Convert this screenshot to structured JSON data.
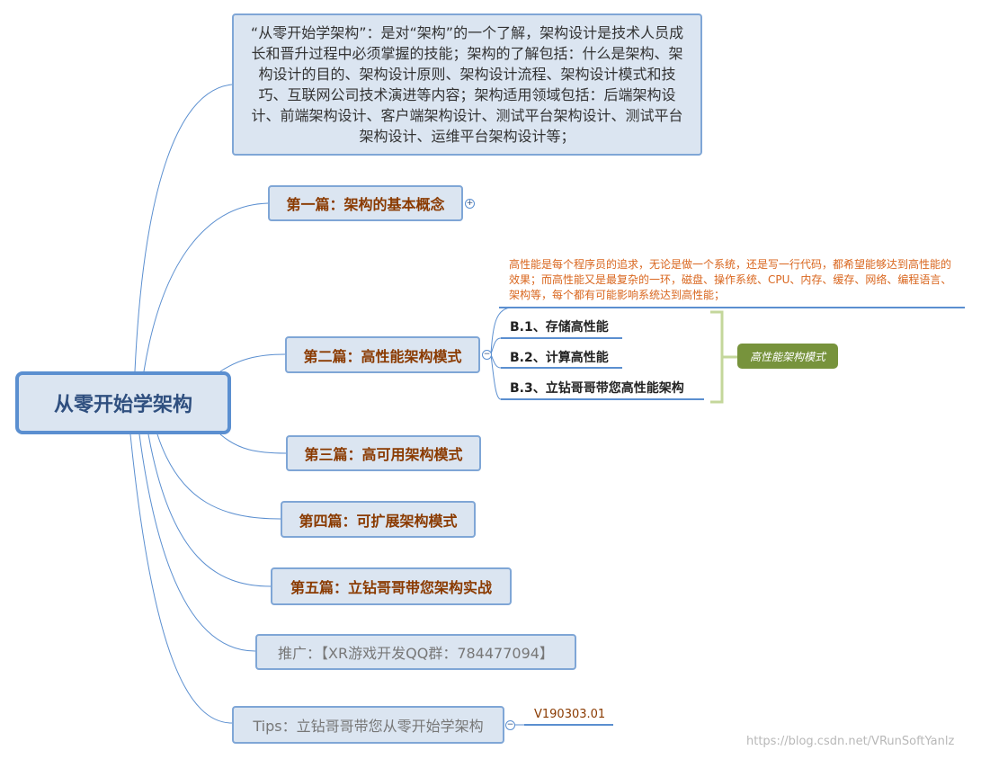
{
  "root": {
    "label": "从零开始学架构"
  },
  "intro": {
    "text": "“从零开始学架构”：是对“架构”的一个了解，架构设计是技术人员成长和晋升过程中必须掌握的技能；架构的了解包括：什么是架构、架构设计的目的、架构设计原则、架构设计流程、架构设计模式和技巧、互联网公司技术演进等内容；架构适用领域包括：后端架构设计、前端架构设计、客户端架构设计、测试平台架构设计、测试平台架构设计、运维平台架构设计等；"
  },
  "topics": [
    {
      "label": "第一篇：架构的基本概念",
      "collapsed": true
    },
    {
      "label": "第二篇：高性能架构模式",
      "collapsed": false
    },
    {
      "label": "第三篇：高可用架构模式"
    },
    {
      "label": "第四篇：可扩展架构模式"
    },
    {
      "label": "第五篇：立钻哥哥带您架构实战"
    }
  ],
  "perf": {
    "note": "高性能是每个程序员的追求，无论是做一个系统，还是写一行代码，都希望能够达到高性能的效果；而高性能又是最复杂的一环，磁盘、操作系统、CPU、内存、缓存、网络、编程语言、架构等，每个都有可能影响系统达到高性能；",
    "subs": [
      "B.1、存储高性能",
      "B.2、计算高性能",
      "B.3、立钻哥哥带您高性能架构"
    ],
    "summary": "高性能架构模式"
  },
  "promo": {
    "label": "推广：【XR游戏开发QQ群：784477094】"
  },
  "tips": {
    "label": "Tips：立钻哥哥带您从零开始学架构",
    "version": "V190303.01"
  },
  "watermark": "https://blog.csdn.net/VRunSoftYanlz",
  "colors": {
    "branch": "#5b8fd0",
    "topic_fill": "#dbe5f1",
    "topic_text": "#8a3a00",
    "note_text": "#d9661e",
    "summary_fill": "#77933c",
    "bracket": "#c4d79b"
  }
}
